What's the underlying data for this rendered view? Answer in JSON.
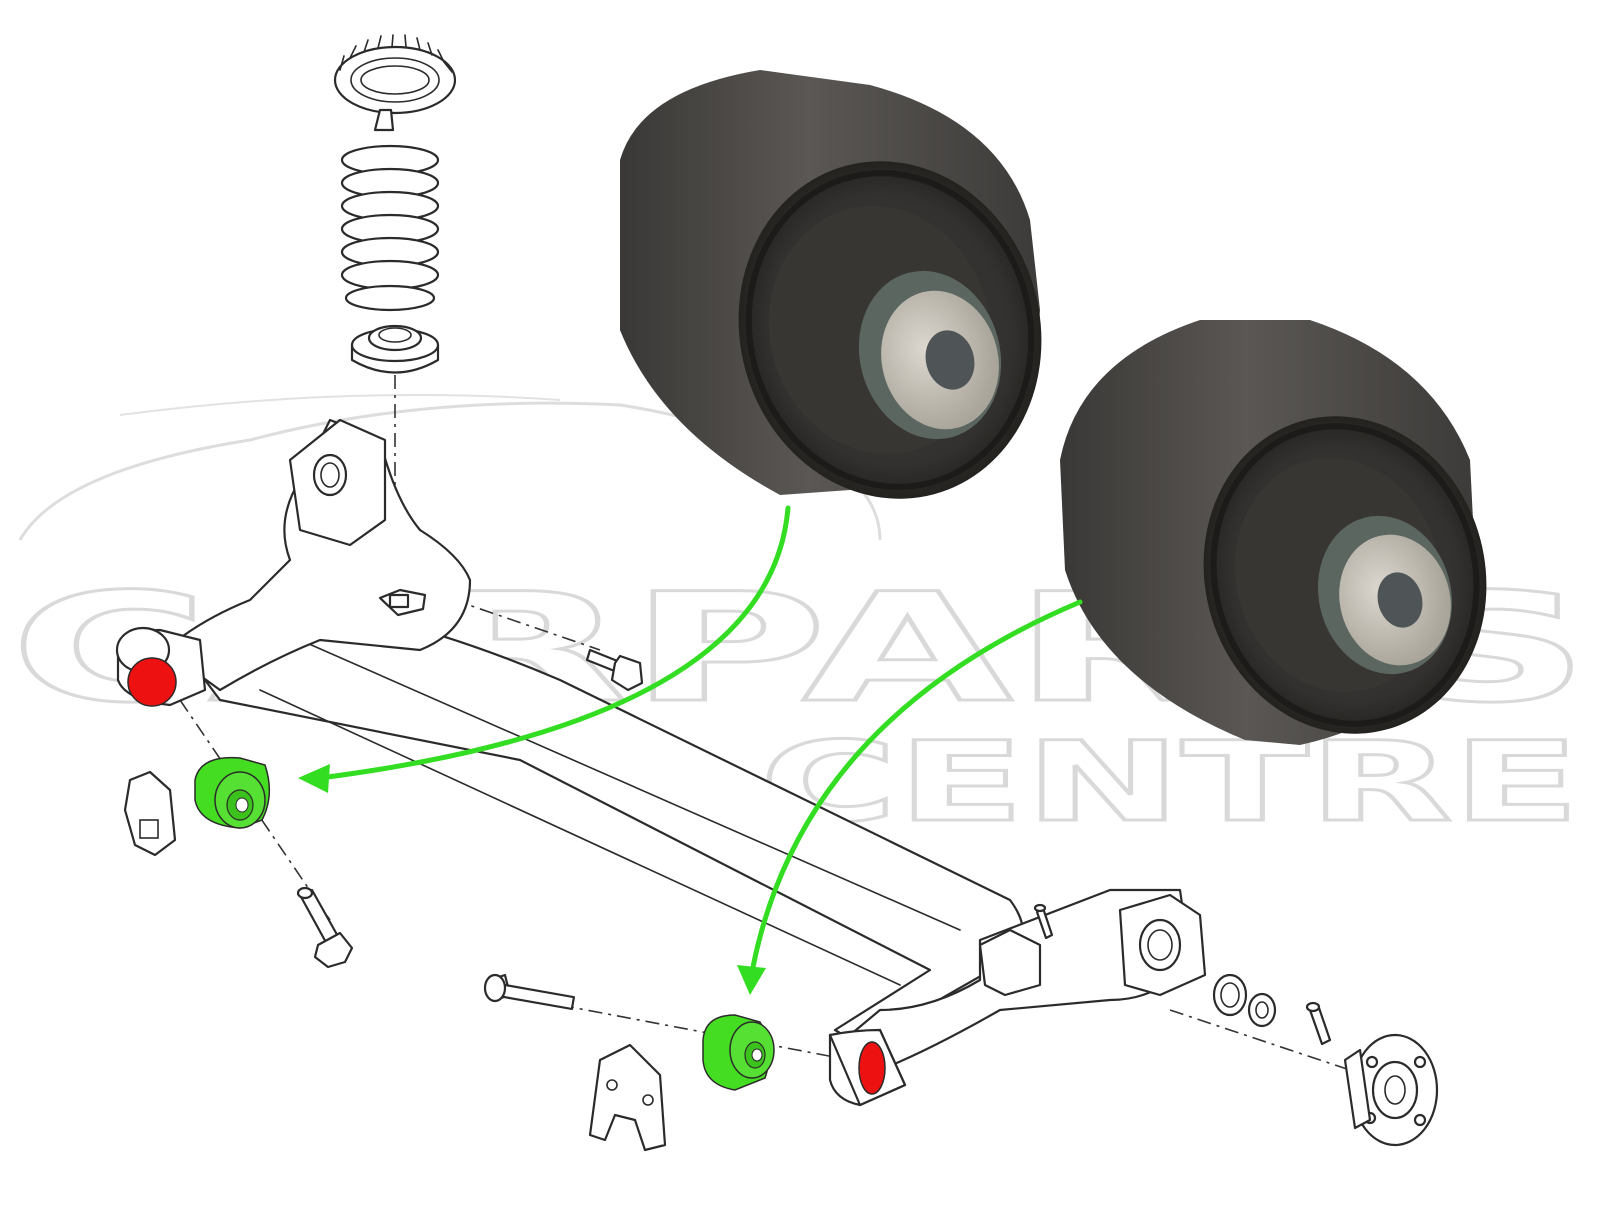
{
  "watermark": {
    "line1": "CARPARTS",
    "line2": "CENTRE"
  },
  "colors": {
    "old_bush": "#ee1111",
    "new_bush": "#44dd22",
    "arrow": "#33dd22",
    "rubber": "#4a4744",
    "sleeve": "#c9c4b9"
  },
  "parts": {
    "highlighted_old": [
      "left-axle-bush-old",
      "right-axle-bush-old"
    ],
    "highlighted_new": [
      "left-replacement-bush",
      "right-replacement-bush"
    ],
    "product_photos": 2
  }
}
